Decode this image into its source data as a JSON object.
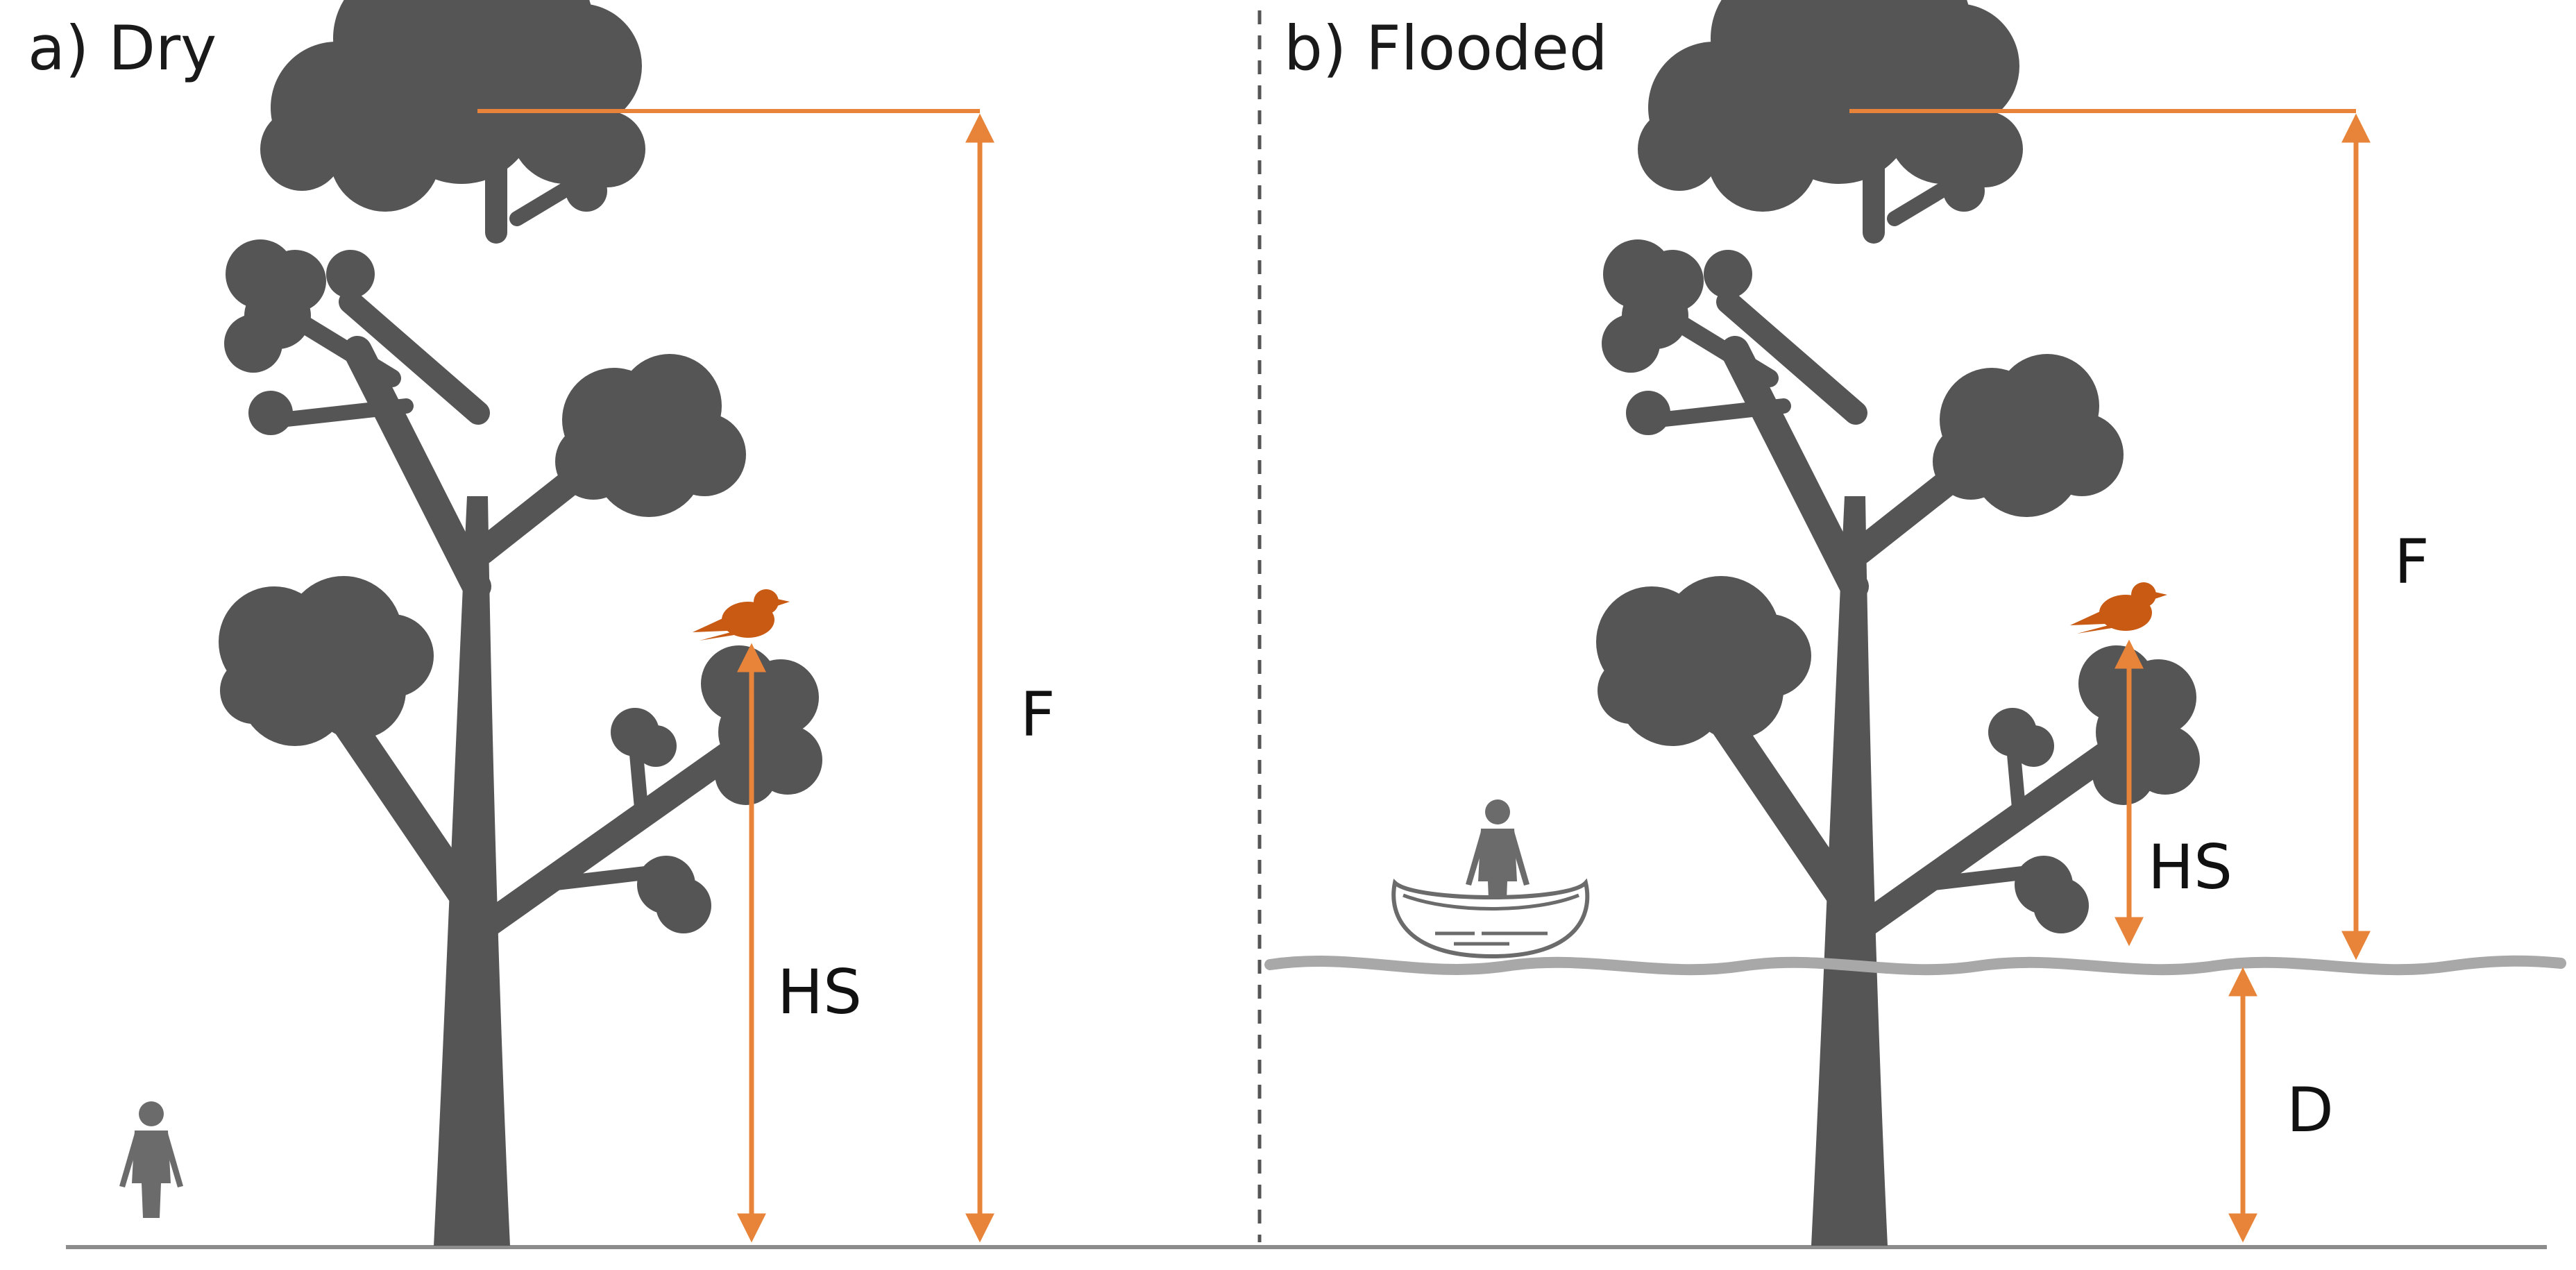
{
  "panels": [
    {
      "title": "a) Dry",
      "labels": {
        "F": "F",
        "HS": "HS"
      }
    },
    {
      "title": "b) Flooded",
      "labels": {
        "F": "F",
        "HS": "HS",
        "D": "D"
      }
    }
  ],
  "colors": {
    "tree": "#555555",
    "arrow": "#E8843A",
    "bird": "#C85A14",
    "ground": "#8c8c8c",
    "water": "#a8a8a8",
    "divider": "#555555",
    "person": "#6b6b6b"
  }
}
